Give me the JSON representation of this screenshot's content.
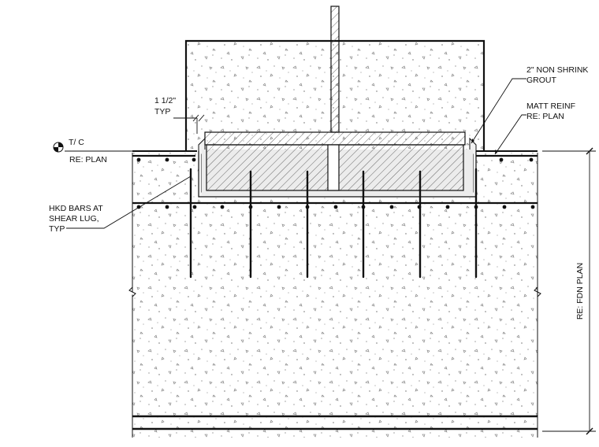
{
  "labels": {
    "grout_line1": "2\" NON SHRINK",
    "grout_line2": "GROUT",
    "matt_line1": "MATT REINF",
    "matt_line2": "RE: PLAN",
    "typ_dim_line1": "1 1/2\"",
    "typ_dim_line2": "TYP",
    "tc_line1": "T/ C",
    "tc_line2": "RE: PLAN",
    "hkd_line1": "HKD BARS AT",
    "hkd_line2": "SHEAR LUG,",
    "hkd_line3": "TYP",
    "fdn_plan": "RE: FDN PLAN"
  },
  "icons": {
    "elevation_marker": "elevation-target-icon"
  }
}
